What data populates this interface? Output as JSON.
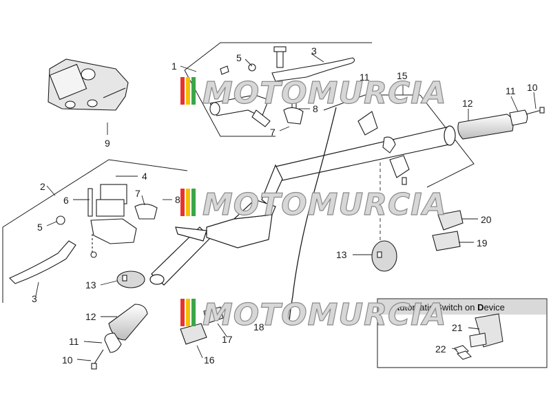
{
  "watermark": "MOTOMURCIA",
  "callouts": {
    "c1": "1",
    "c3a": "3",
    "c5a": "5",
    "c8a": "8",
    "c7a": "7",
    "c9": "9",
    "c2": "2",
    "c4": "4",
    "c6": "6",
    "c7b": "7",
    "c8b": "8",
    "c5b": "5",
    "c3b": "3",
    "c13a": "13",
    "c12a": "12",
    "c11a": "11",
    "c10a": "10",
    "c15": "15",
    "c12b": "12",
    "c11b": "11",
    "c10b": "10",
    "c11c": "11",
    "c20": "20",
    "c19": "19",
    "c13b": "13",
    "c18": "18",
    "c17": "17",
    "c16": "16",
    "c21": "21",
    "c22": "22"
  },
  "inset": {
    "title_parts": [
      "A",
      "utomatic ",
      "S",
      "witch on ",
      "D",
      "evice"
    ]
  },
  "colors": {
    "line": "#1a1a1a",
    "watermark_fill": "#d7d7d7",
    "watermark_stroke": "#8a8a8a",
    "inset_header": "#d9d9d9",
    "stripe1": "#e8322e",
    "stripe2": "#f2c200",
    "stripe3": "#3aa648"
  }
}
